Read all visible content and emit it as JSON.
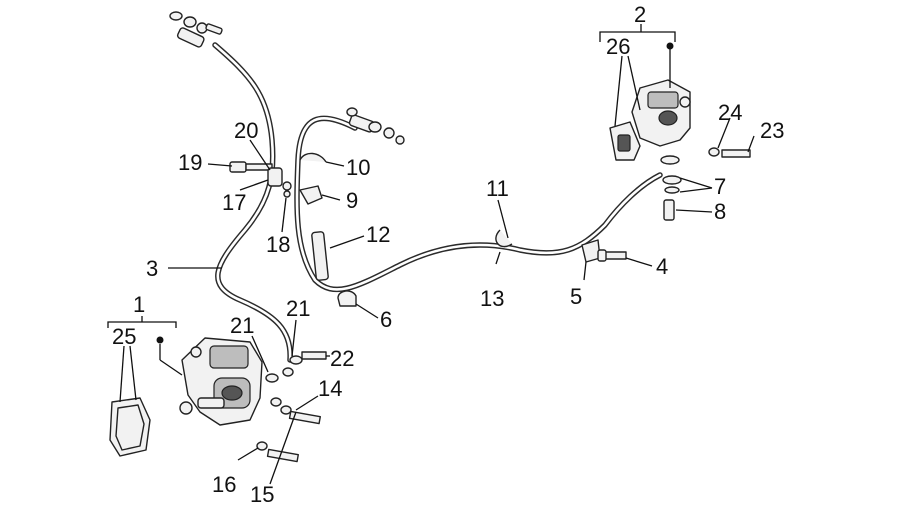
{
  "labels": {
    "n1": "1",
    "n2": "2",
    "n3": "3",
    "n4": "4",
    "n5": "5",
    "n6": "6",
    "n7": "7",
    "n8": "8",
    "n9": "9",
    "n10": "10",
    "n11": "11",
    "n12": "12",
    "n13": "13",
    "n14": "14",
    "n15": "15",
    "n16": "16",
    "n17": "17",
    "n18": "18",
    "n19": "19",
    "n20": "20",
    "n21a": "21",
    "n21b": "21",
    "n22": "22",
    "n23": "23",
    "n24": "24",
    "n25": "25",
    "n26": "26"
  }
}
